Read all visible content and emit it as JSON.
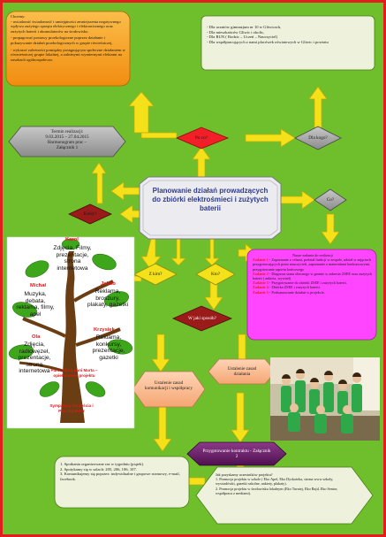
{
  "colors": {
    "background": "#6fbe2b",
    "frame": "#e11d1d",
    "arrow": "#f5e11a",
    "orange_box": "#f6a31d",
    "white_box": "#eef1dc",
    "magenta_box": "#ff45ff",
    "gray_hex": "#9a9a9a",
    "violet_hex": "#6b1f6a",
    "darkred_diamond": "#9b1b1b",
    "red_diamond": "#f21f28"
  },
  "top_left_box": {
    "title": "Chcemy:",
    "p1": "- uwiadomić świadomość i umiejętności zmniejszenia negatywnego wpływu zużytego sprzętu elektrycznego i elektronicznego oraz zużytych baterii i akumulatorów na środowisko.",
    "p2": "- propagować postawy proekologiczne poprzez działanie i pokazywanie działań proekologicznych w grupie rówieśniczej,",
    "p3": "- wykazać zależności pomiędzy postępującym społeczne działaniem w równieśniczej grupie lokalnej, a zależnymi wymiernymi efektami na zasobach ogólnospołeczn."
  },
  "top_right_box": {
    "l1": "- Dla uczniów gimnazjum nr 10 w Gliwicach,",
    "l2": "- Dla mieszkańców Gliwic i okolic,",
    "l3": "- Dla RUN ( Rodzic – Uczeń – Nauczyciel)",
    "l4": "- Dla współpracujących z nami placówek oświatowych w Gliwic i powiatu"
  },
  "termin": {
    "l1": "Termin realizacji:",
    "l2": "9.03.2015 – 27.04.2015",
    "l3": "Harmonogram prac –",
    "l4": "Załącznik 1"
  },
  "po_co": "Po co?",
  "dla_kogo": "Dla kogo?",
  "center": {
    "title": "Planowanie działań prowadzących do zbiórki elektrośmieci i zużytych baterii"
  },
  "kiedy": "Kiedy?",
  "co": "Co?",
  "z_kim": "Z kim?",
  "kto": "Kto?",
  "w_jaki_sposob": "W jaki sposób?",
  "tasks": {
    "title": "Nasze zadania do realizacji",
    "items": [
      {
        "label": "Zadanie 1",
        "text": "Zapoznanie z celami, podział funkcji w zespole, udział w zajęciach przygotowujących przez nauczycieli, zapoznanie z materiałami konkursowymi, przygotowanie raportu końcowego"
      },
      {
        "label": "Zadanie 2",
        "text": "Diagnoza stanu obecnego w gminie w zakresie ZSEE oraz zużytych baterii ( ankieta, wywiad)"
      },
      {
        "label": "Zadanie 3",
        "text": "Przygotowanie do zbiórki ZSEE i zużytych baterii."
      },
      {
        "label": "Zadanie 4",
        "text": "Zbiórka ZSEE i zużytych baterii."
      },
      {
        "label": "Zadanie 5",
        "text": "Podsumowanie działań w projekcie."
      }
    ]
  },
  "tree": {
    "heads": [
      "Karol",
      "Michał",
      "Jakub",
      "Ola",
      "Krzysiek",
      "Pani Julia z pani Marta – opiekunowie projektu",
      "Sympatycy szczęścia i Pani Dyrektor"
    ],
    "w_karol": "Zdjęcia, Filmy, prezentacje, strona internetowa",
    "w_michal": "Muzyka, debata, reklama, filmy, apel",
    "w_jakub": "Reklama, broszury, plakaty, gazetki",
    "w_ola": "Zdjęcia, radiowęzeł, prezentacje, strona internetowa",
    "w_krzysiek": "Reklama, konkursy, prezentacje, gazetki"
  },
  "ustalenie_komunikacji": "Ustalenie zasad komunikacji i współpracy",
  "ustalenie_dzialania": "Ustalenie zasad działania",
  "przygotowanie": "Przygotowanie kontraktu - Załącznik 2",
  "meetings": {
    "l1": "1. Spotkania organizowane raz w tygodniu (piątek).",
    "l2": "2. Spotykamy się w salach: 205, 206, 106, 107.",
    "l3": "3. Komunikujemy się poprzez: indywidualne i grupowe rozmowy, e-mail, facebook."
  },
  "promo": {
    "title": "Jak pozyskamy uczestników projektu?",
    "l1": "1. Promocja projektu w szkole ( Eko Apel, Eko Dyskoteka, strona www szkoły, wywiadówki, gazetki szkolne, ankiety, plakaty).",
    "l2": "2. Promocja projektu w środowisku lokalnym (Eko Turniej, Eko Rajd, Eko Senior, współpraca z mediami)."
  }
}
